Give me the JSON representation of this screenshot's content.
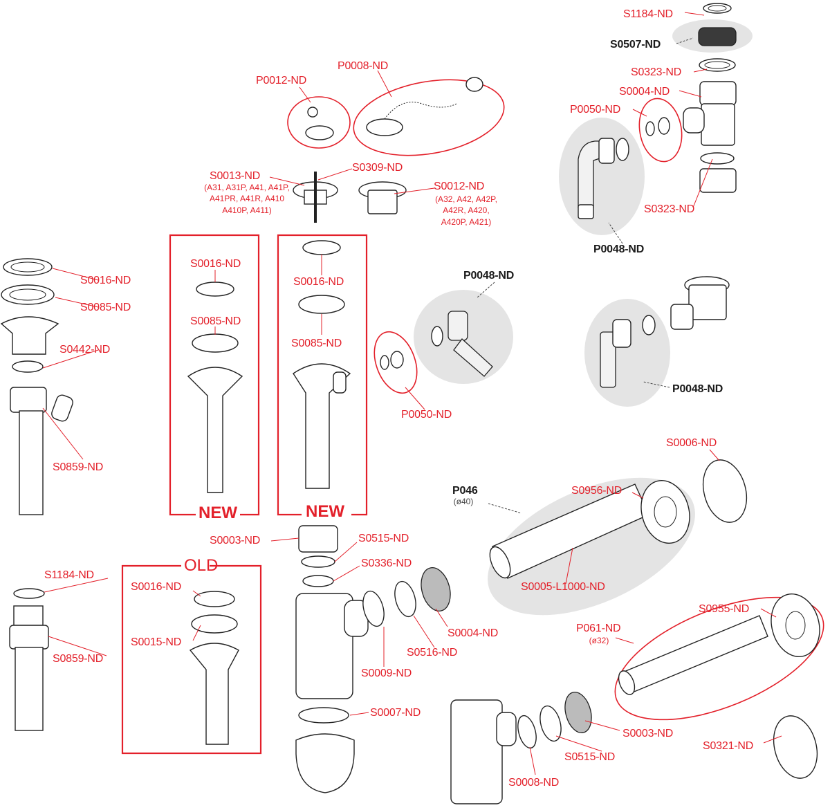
{
  "title": "Sink waste / bottle trap spare parts exploded diagram",
  "colors": {
    "label_red": "#e3202a",
    "label_black": "#1a1a1a",
    "group_fill": "#e4e4e4"
  },
  "labels": {
    "s1184_top": "S1184-ND",
    "s0507": "S0507-ND",
    "s0323_top": "S0323-ND",
    "s0004_top": "S0004-ND",
    "p0050_top": "P0050-ND",
    "s0323_bot": "S0323-ND",
    "p0048_top": "P0048-ND",
    "p0012": "P0012-ND",
    "p0008": "P0008-ND",
    "s0013": "S0013-ND",
    "s0013_fits": [
      "(A31, A31P, A41, A41P,",
      "A41PR, A41R, A410",
      "A410P, A411)"
    ],
    "s0309": "S0309-ND",
    "s0012": "S0012-ND",
    "s0012_fits": [
      "(A32, A42, A42P,",
      "A42R, A420,",
      "A420P, A421)"
    ],
    "left_s0016": "S0016-ND",
    "left_s0085": "S0085-ND",
    "left_s0442": "S0442-ND",
    "left_s0859": "S0859-ND",
    "new1_s0016": "S0016-ND",
    "new1_s0085": "S0085-ND",
    "new2_s0016": "S0016-ND",
    "new2_s0085": "S0085-ND",
    "new_tag": "NEW",
    "p0048_mid": "P0048-ND",
    "p0050_mid": "P0050-ND",
    "p0048_right": "P0048-ND",
    "s0006": "S0006-ND",
    "p046": "P046",
    "p046_dia": "(ø40)",
    "s0956": "S0956-ND",
    "s0005": "S0005-L1000-ND",
    "s0003_mid": "S0003-ND",
    "s0515_mid": "S0515-ND",
    "s0336": "S0336-ND",
    "s0004_mid": "S0004-ND",
    "s0516": "S0516-ND",
    "s0009": "S0009-ND",
    "s0007": "S0007-ND",
    "old_tag": "OLD",
    "old_s0016": "S0016-ND",
    "old_s0015": "S0015-ND",
    "left_s1184": "S1184-ND",
    "left2_s0859": "S0859-ND",
    "s0955": "S0955-ND",
    "p061": "P061-ND",
    "p061_dia": "(ø32)",
    "s0003_bot": "S0003-ND",
    "s0515_bot": "S0515-ND",
    "s0008": "S0008-ND",
    "s0321": "S0321-ND"
  }
}
